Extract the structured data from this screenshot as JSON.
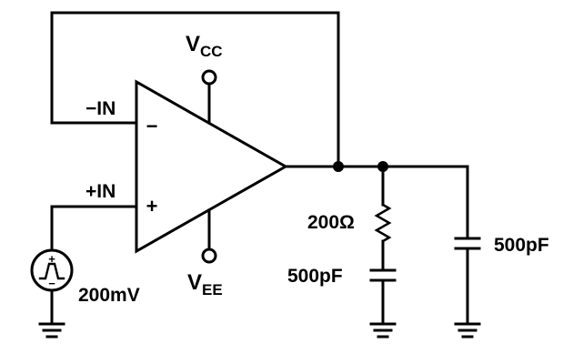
{
  "labels": {
    "minus_in": "−IN",
    "plus_in": "+IN",
    "vcc_main": "V",
    "vcc_sub": "CC",
    "vee_main": "V",
    "vee_sub": "EE",
    "minus_sign": "−",
    "plus_sign": "+",
    "resistor": "200Ω",
    "cap_series": "500pF",
    "cap_load": "500pF",
    "source_value": "200mV"
  },
  "source_polarity": {
    "plus": "+",
    "minus": "−"
  }
}
